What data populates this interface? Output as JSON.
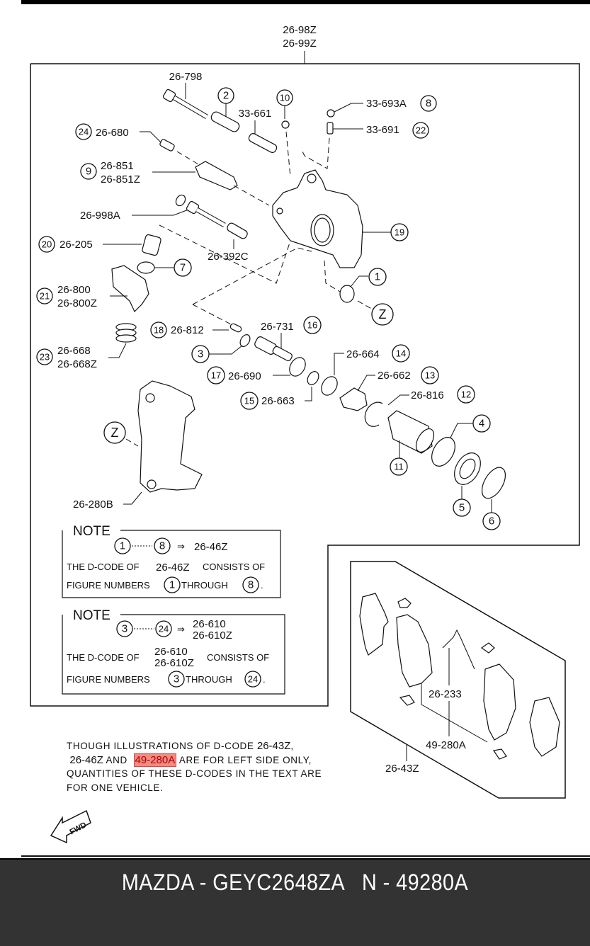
{
  "header": {
    "assembly_codes": [
      "26-98Z",
      "26-99Z"
    ]
  },
  "callouts": {
    "c26_798": "26-798",
    "c33_661": "33-661",
    "c33_693A": "33-693A",
    "c33_691": "33-691",
    "c26_680": "26-680",
    "c26_851": "26-851",
    "c26_851Z": "26-851Z",
    "c26_998A": "26-998A",
    "c26_205": "26-205",
    "c26_392C": "26-392C",
    "c26_800": "26-800",
    "c26_800Z": "26-800Z",
    "c26_812": "26-812",
    "c26_731": "26-731",
    "c26_668": "26-668",
    "c26_668Z": "26-668Z",
    "c26_690": "26-690",
    "c26_663": "26-663",
    "c26_664": "26-664",
    "c26_662": "26-662",
    "c26_816": "26-816",
    "c26_280B": "26-280B",
    "c26_233": "26-233",
    "c49_280A": "49-280A",
    "c26_43Z": "26-43Z"
  },
  "figure_numbers": {
    "n1": "1",
    "n2": "2",
    "n3": "3",
    "n4": "4",
    "n5": "5",
    "n6": "6",
    "n7": "7",
    "n8": "8",
    "n9": "9",
    "n10": "10",
    "n11": "11",
    "n12": "12",
    "n13": "13",
    "n14": "14",
    "n15": "15",
    "n16": "16",
    "n17": "17",
    "n18": "18",
    "n19": "19",
    "n20": "20",
    "n21": "21",
    "n22": "22",
    "n23": "23",
    "n24": "24",
    "z": "Z"
  },
  "notes": [
    {
      "title": "NOTE",
      "range_from": "1",
      "range_to": "8",
      "arrow": "⇒",
      "code": "26-46Z",
      "line1_prefix": "THE D-CODE OF",
      "line1_code": "26-46Z",
      "line1_suffix": "CONSISTS OF",
      "line2_prefix": "FIGURE NUMBERS",
      "line2_mid": "THROUGH",
      "line2_end": "."
    },
    {
      "title": "NOTE",
      "range_from": "3",
      "range_to": "24",
      "arrow": "⇒",
      "code_a": "26-610",
      "code_b": "26-610Z",
      "line1_prefix": "THE D-CODE OF",
      "line1_code_a": "26-610",
      "line1_code_b": "26-610Z",
      "line1_suffix": "CONSISTS OF",
      "line2_prefix": "FIGURE NUMBERS",
      "line2_mid": "THROUGH",
      "line2_end": "."
    }
  ],
  "disclaimer": {
    "p1": "THOUGH ILLUSTRATIONS OF D-CODE",
    "code1": "26-43Z",
    "p2": ",",
    "code2": "26-46Z",
    "p3": "AND",
    "highlighted_code": "49-280A",
    "p4": "ARE FOR LEFT SIDE ONLY, QUANTITIES OF THESE D-CODES IN THE TEXT ARE FOR ONE VEHICLE.",
    "highlight_color": "#f28b82"
  },
  "fwd_label": "FWD",
  "footer": {
    "title": "MAZDA - GEYC2648ZA   N - 49280A",
    "background": "#333333"
  }
}
